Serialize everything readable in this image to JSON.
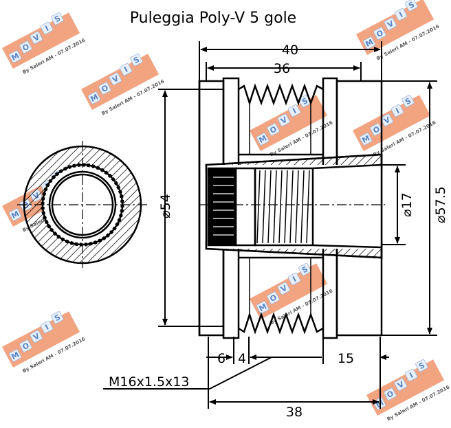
{
  "title": "Puleggia Poly-V 5 gole",
  "dimensions": {
    "overall_width": "40",
    "groove_width": "36",
    "diameter_54": "⌀54",
    "diameter_17": "⌀17",
    "diameter_57_5": "⌀57.5",
    "left_offset": "6",
    "spline_gap": "4",
    "right_offset": "15",
    "thread": "M16x1.5x13",
    "bottom_width": "38"
  },
  "watermark": {
    "letters": [
      "M",
      "O",
      "V",
      "I",
      "S"
    ],
    "caption": "By Saleri AM - 07.07.2016",
    "color": "#f0936a"
  }
}
